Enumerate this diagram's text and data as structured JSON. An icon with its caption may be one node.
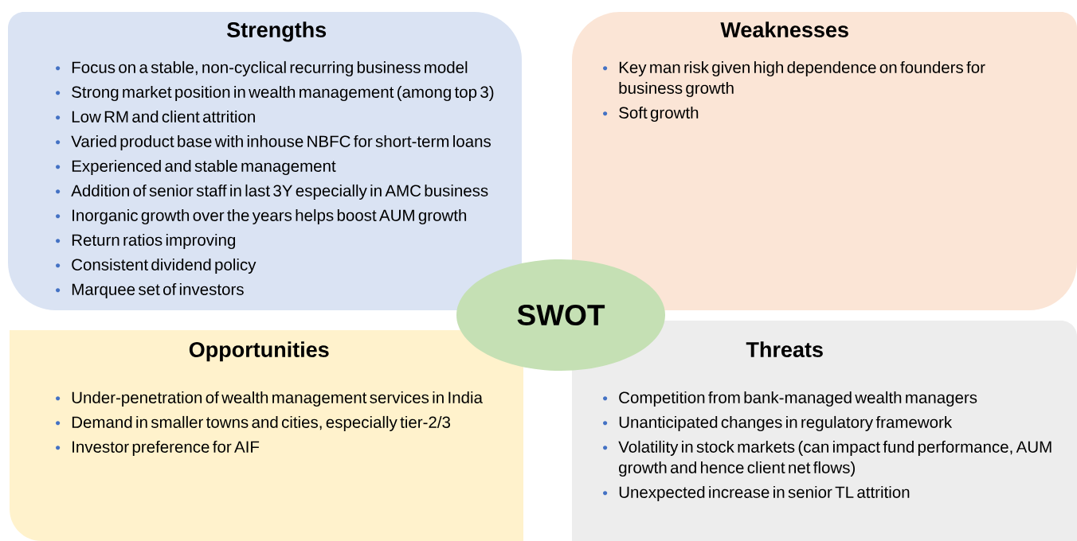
{
  "diagram": {
    "nodes": [
      {
        "text": [
          "Strengths",
          "Focus on a stable, non-cyclical recurring business model",
          "Strong market position in wealth management (among top 3)",
          "Low RM and client attrition",
          "Varied product base with inhouse NBFC for short-term loans",
          "Experienced and stable management",
          "Addition of senior staff in last 3Y especially in AMC business",
          "Inorganic growth over the years helps boost AUM growth",
          "Return ratios improving",
          "Consistent dividend policy",
          "Marquee set of investors"
        ]
      },
      {
        "text": [
          "Weaknesses",
          "Key man risk given high dependence on founders for business growth",
          "Soft growth"
        ]
      },
      {
        "text": [
          "SWOT"
        ]
      },
      {
        "text": [
          "Opportunities",
          "Under-penetration of wealth management services in India",
          "Demand in smaller towns and cities, especially tier-2/3",
          "Investor preference for AIF"
        ]
      },
      {
        "text": [
          "Threats",
          "Competition from bank-managed wealth managers",
          "Unanticipated changes in regulatory framework",
          "Volatility in stock markets (can impact fund performance, AUM growth and hence client net flows)",
          "Unexpected increase in senior TL attrition"
        ]
      }
    ]
  }
}
